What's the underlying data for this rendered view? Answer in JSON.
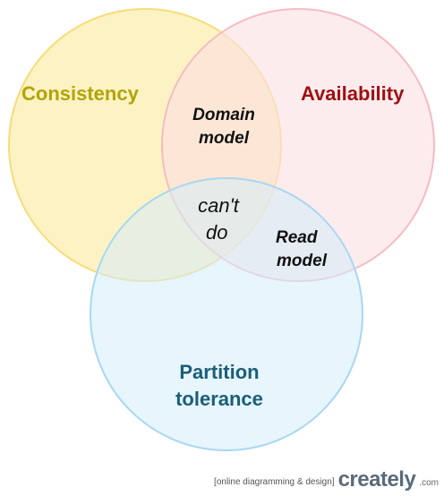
{
  "diagram": {
    "sets": [
      {
        "id": "consistency",
        "label": "Consistency",
        "fill": "#fbeeb0",
        "stroke": "#f7dc7a",
        "text_color": "#b2a400"
      },
      {
        "id": "availability",
        "label": "Availability",
        "fill": "#fbe0e2",
        "stroke": "#f6bcc0",
        "text_color": "#9e0f12"
      },
      {
        "id": "partition",
        "label_line1": "Partition",
        "label_line2": "tolerance",
        "fill": "#d3ecf9",
        "stroke": "#a9d7f2",
        "text_color": "#1b5e78"
      }
    ],
    "regions": {
      "consistency_availability": {
        "line1": "Domain",
        "line2": "model"
      },
      "all_three": {
        "line1": "can't",
        "line2": "do"
      },
      "availability_partition": {
        "line1": "Read",
        "line2": "model"
      }
    }
  },
  "watermark": {
    "tag": "[online diagramming & design]",
    "brand": "creately",
    "suffix": ".com"
  }
}
